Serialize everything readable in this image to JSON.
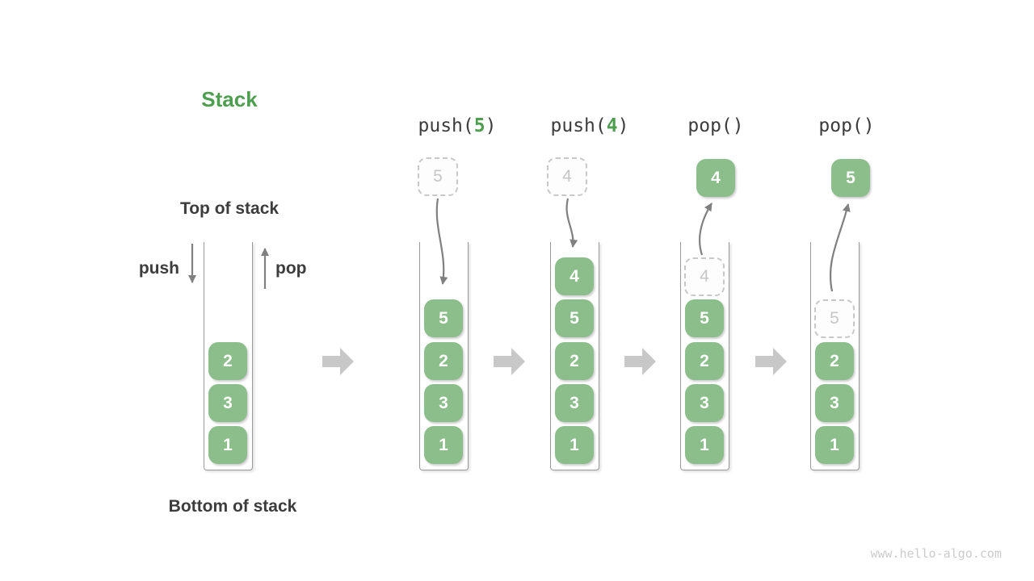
{
  "title": "Stack",
  "labels": {
    "top_of_stack": "Top of stack",
    "bottom_of_stack": "Bottom of stack",
    "push": "push",
    "pop": "pop"
  },
  "initial_stack": {
    "boxes": [
      "2",
      "3",
      "1"
    ]
  },
  "operations": [
    {
      "prefix": "push(",
      "arg": "5",
      "suffix": ")",
      "floating_value": "5",
      "boxes": [
        "5",
        "2",
        "3",
        "1"
      ]
    },
    {
      "prefix": "push(",
      "arg": "4",
      "suffix": ")",
      "floating_value": "4",
      "boxes": [
        "4",
        "5",
        "2",
        "3",
        "1"
      ]
    },
    {
      "prefix": "pop(",
      "arg": "",
      "suffix": ")",
      "floating_value": "4",
      "boxes": [
        "4",
        "5",
        "2",
        "3",
        "1"
      ]
    },
    {
      "prefix": "pop(",
      "arg": "",
      "suffix": ")",
      "floating_value": "5",
      "boxes": [
        "5",
        "2",
        "3",
        "1"
      ]
    }
  ],
  "icons": {
    "between_stacks": "arrow-right-icon",
    "push_direction": "arrow-down-icon",
    "pop_direction": "arrow-up-icon"
  },
  "colors": {
    "box_green": "#8BBE8B",
    "accent_green": "#4E9E50",
    "dark_text": "#3C3C3C",
    "arrow_gray": "#808080",
    "block_arrow_gray": "#C8C8C8",
    "ghost_gray": "#C6C6C6",
    "wall_gray": "#999999",
    "watermark_gray": "#CBCBCB"
  },
  "watermark": "www.hello-algo.com"
}
